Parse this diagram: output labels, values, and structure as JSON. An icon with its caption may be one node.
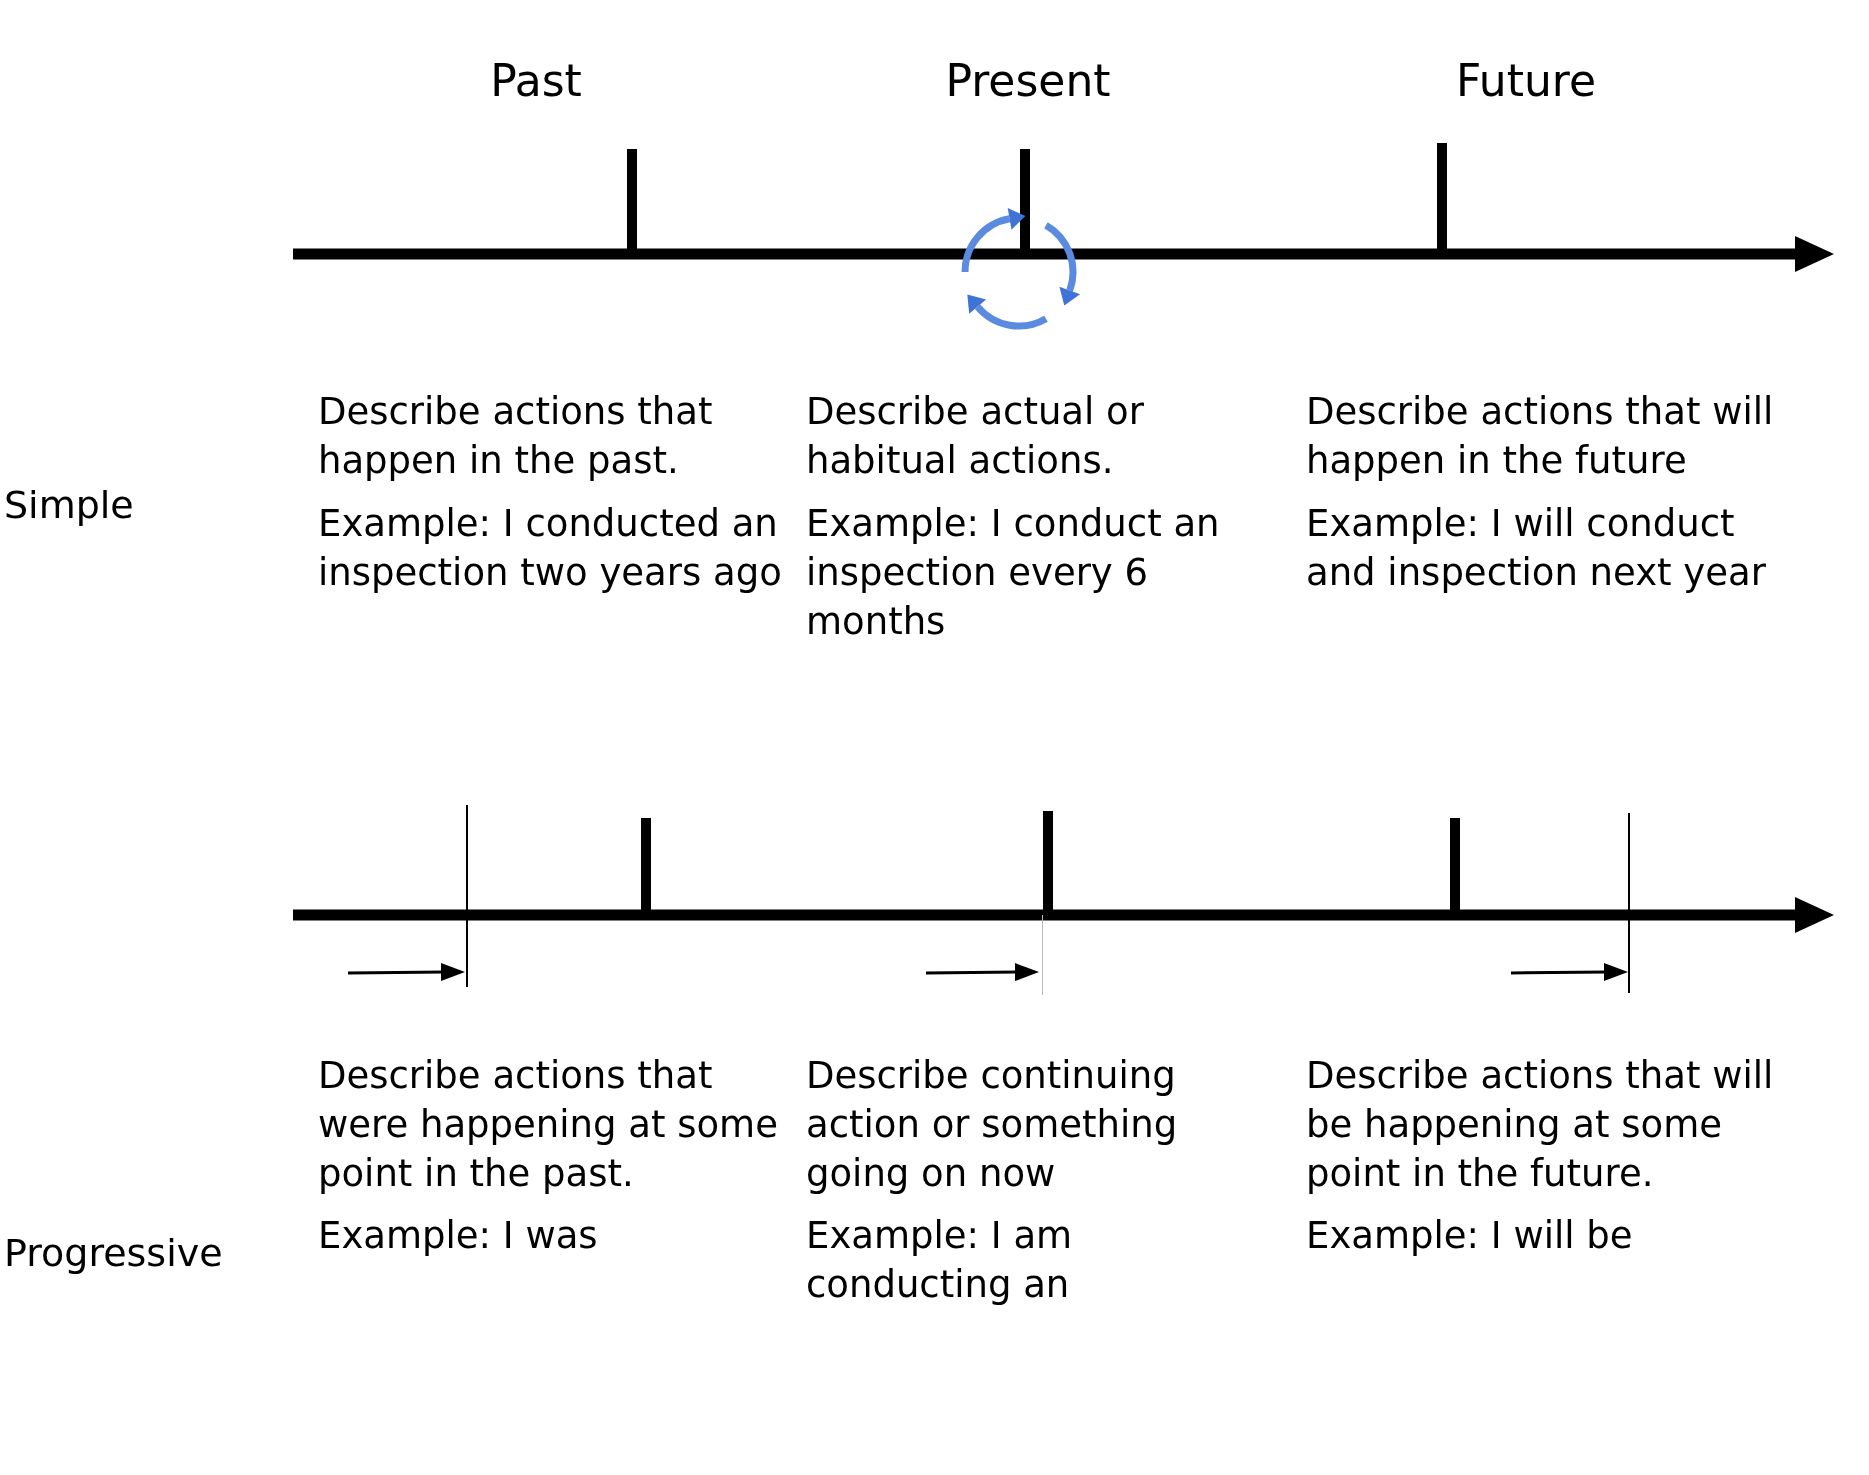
{
  "diagram": {
    "labels": [
      "Past",
      "Present",
      "Future",
      "Simple",
      "Describe actions that happen in the past.",
      "Example: I conducted an inspection two years ago",
      "Describe actual or habitual actions.",
      "Example: I conduct an inspection every 6 months",
      "Describe actions that will happen in the future",
      "Example: I will conduct and inspection next year",
      "Progressive",
      "Describe actions that were happening at some point in the past.",
      "Example: I was",
      "Describe continuing action or something going on now",
      "Example: I am conducting an",
      "Describe actions that will be happening at some point in the future.",
      "Example: I will be"
    ]
  }
}
